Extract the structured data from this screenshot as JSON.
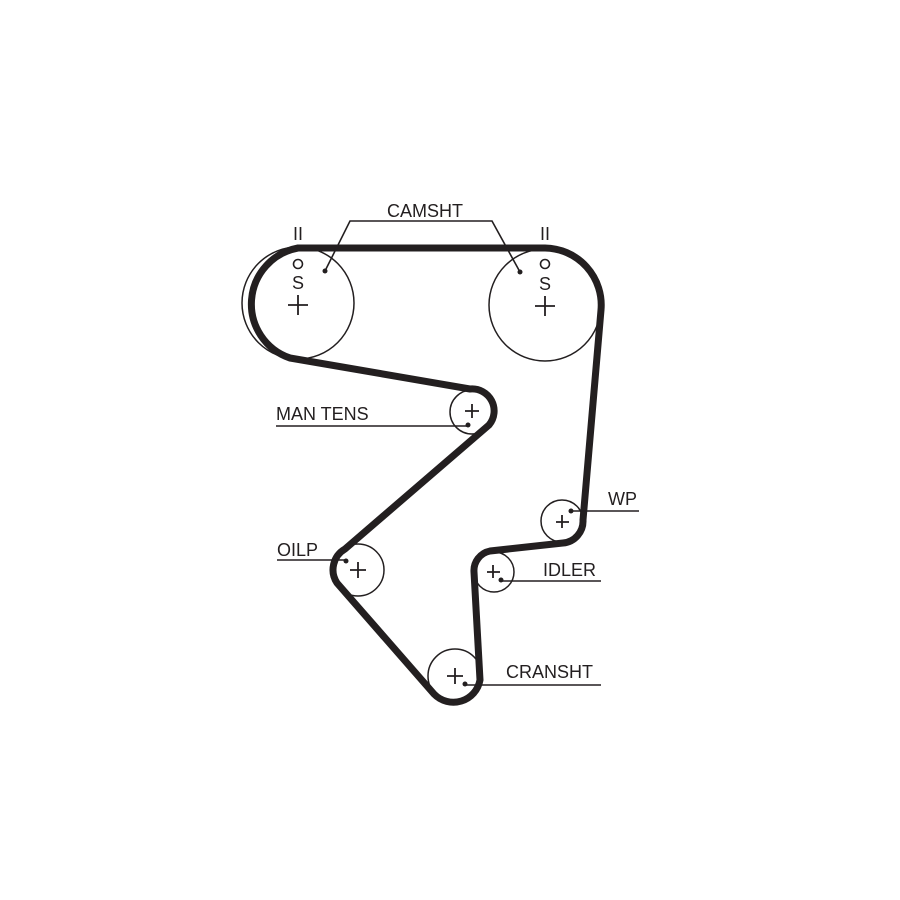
{
  "diagram": {
    "title": "Timing belt routing",
    "colors": {
      "belt": "#231f20",
      "background": "#ffffff"
    },
    "labels": {
      "camshaft": "CAMSHT",
      "tensioner": "MAN TENS",
      "oil_pump": "OILP",
      "water_pump": "WP",
      "idler": "IDLER",
      "crankshaft": "CRANSHT"
    },
    "timing_marks": {
      "left_mark": "II",
      "right_mark": "II",
      "left_s": "S",
      "right_s": "S"
    }
  }
}
